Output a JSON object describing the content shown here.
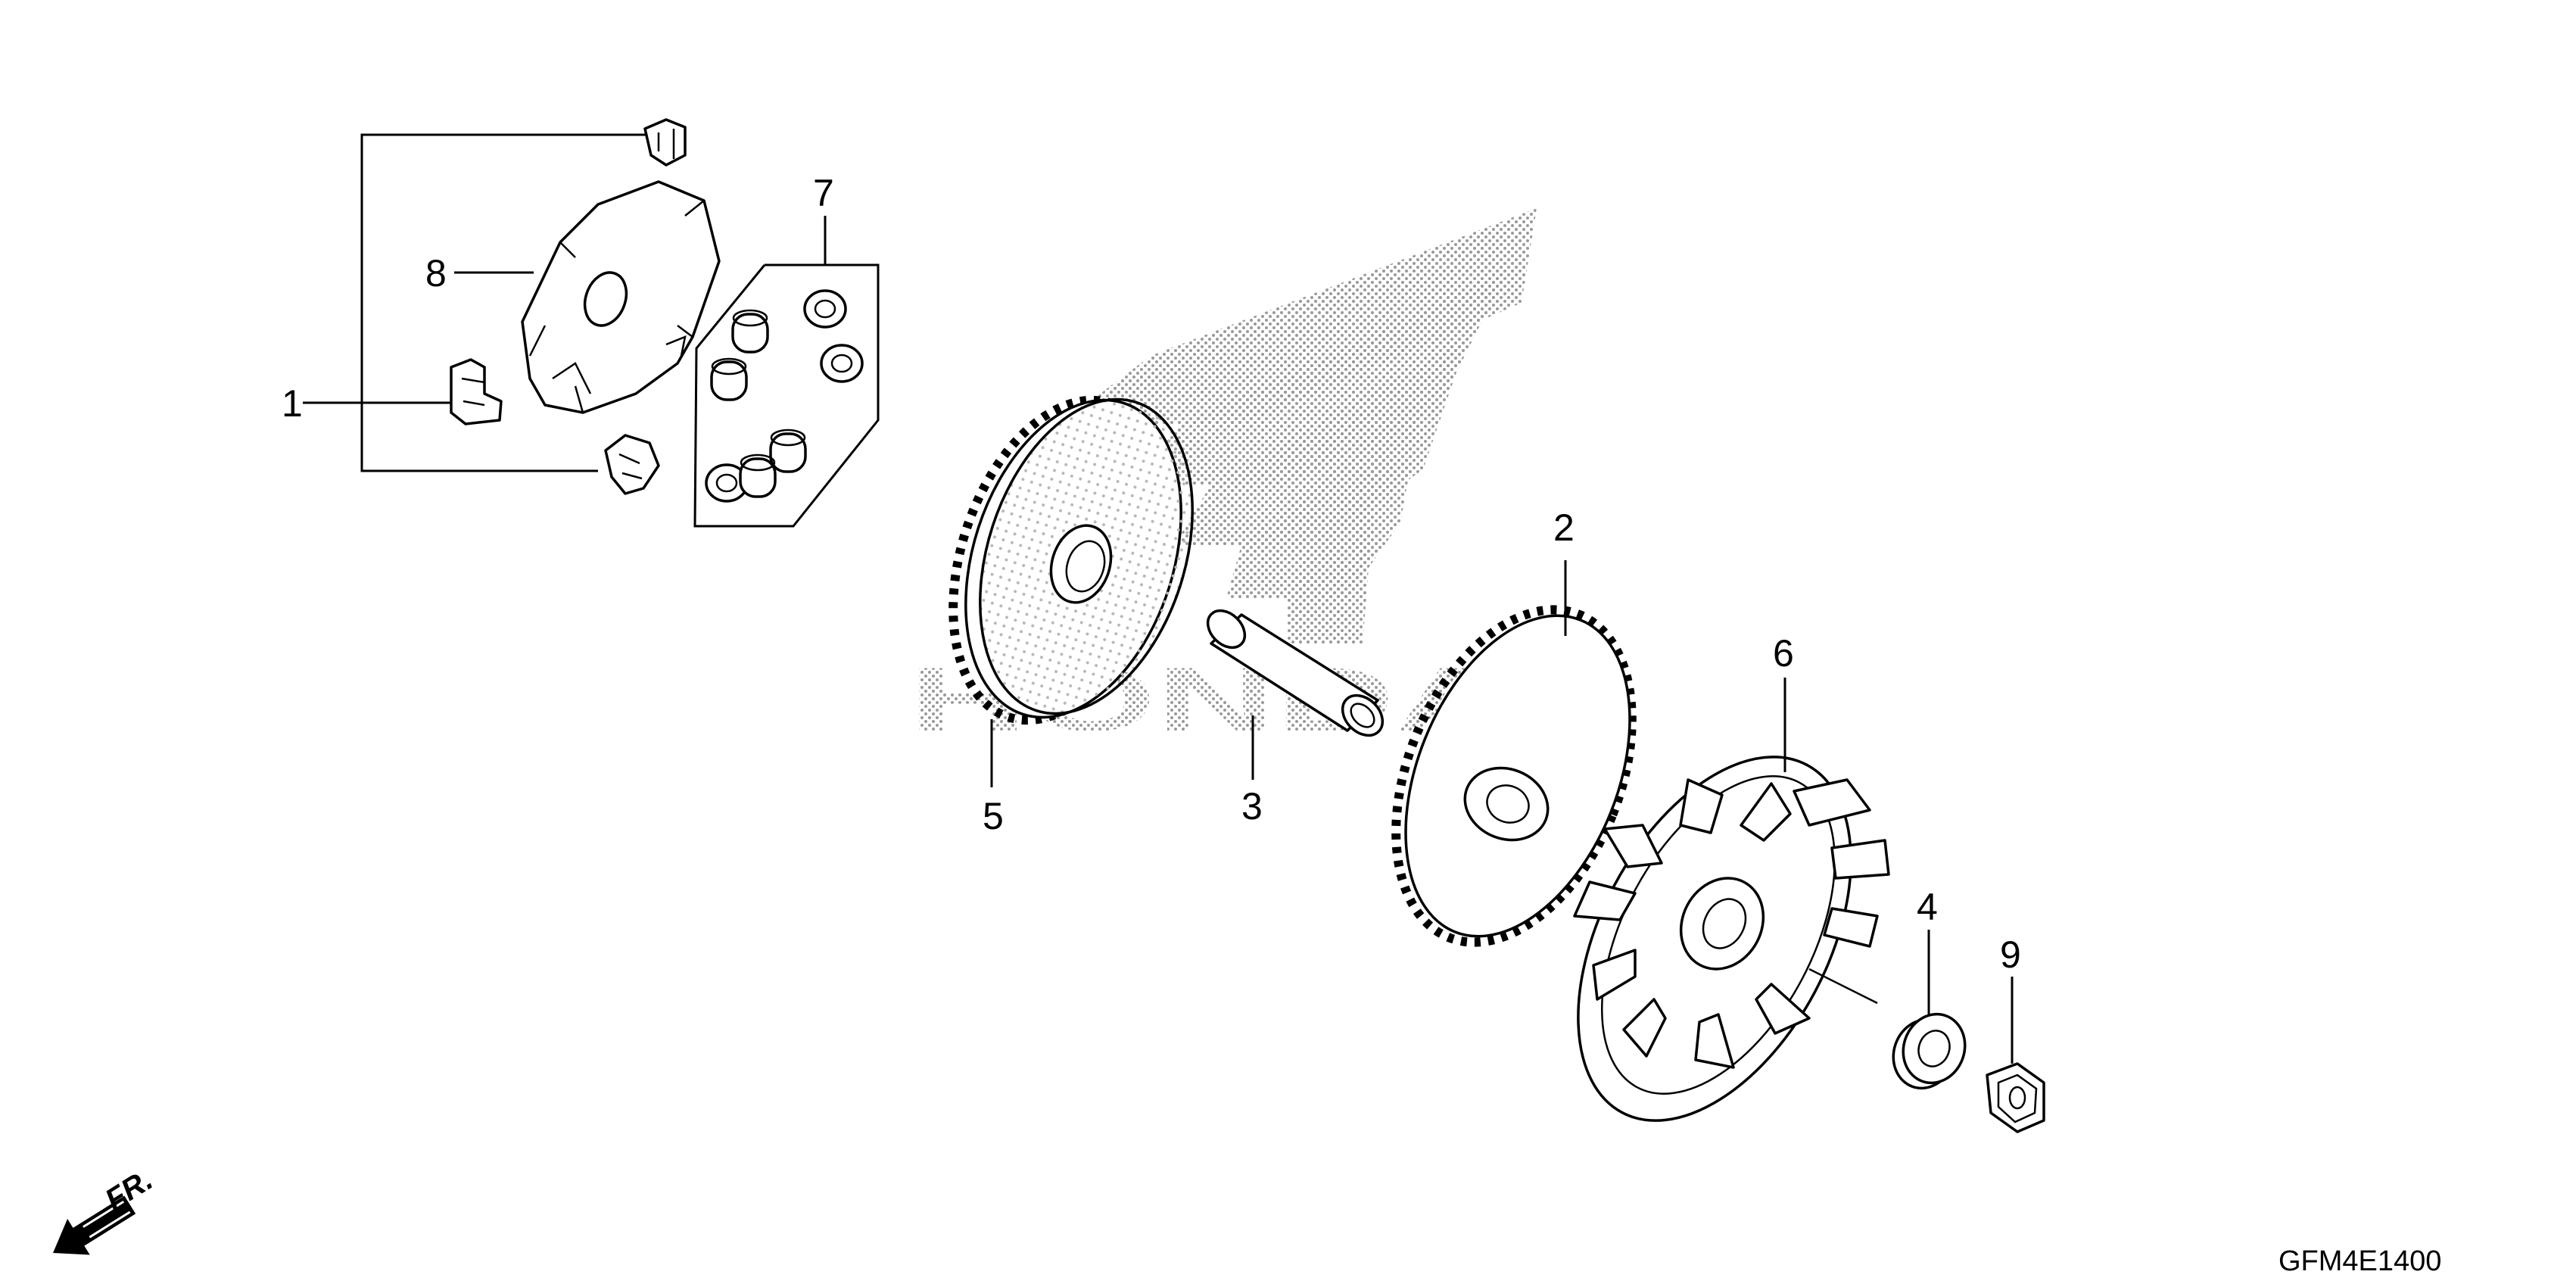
{
  "diagram": {
    "callouts": {
      "p1": "1",
      "p2": "2",
      "p3": "3",
      "p4": "4",
      "p5": "5",
      "p6": "6",
      "p7": "7",
      "p8": "8",
      "p9": "9"
    },
    "direction_label": "FR.",
    "drawing_code": "GFM4E1400",
    "watermark_text": "HONDA"
  }
}
